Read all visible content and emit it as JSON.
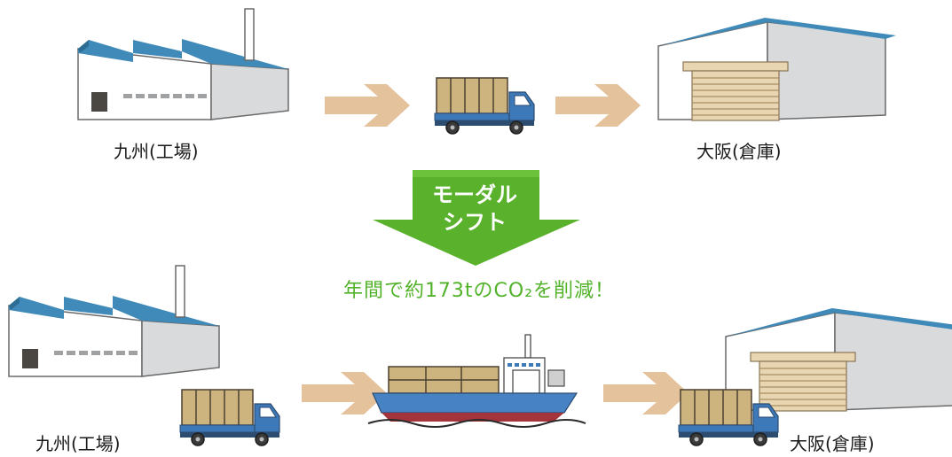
{
  "top_route": {
    "origin_label": "九州(工場)",
    "destination_label": "大阪(倉庫)"
  },
  "modal_shift": {
    "line1": "モーダル",
    "line2": "シフト",
    "result_text": "年間で約173tのCO₂を削減！"
  },
  "bottom_route": {
    "origin_label": "九州(工場)",
    "destination_label": "大阪(倉庫)"
  },
  "colors": {
    "roof_blue": "#3f8ab8",
    "arrow_tan": "#e4c29c",
    "shift_green": "#5ab22c",
    "text_green": "#52b32a",
    "cargo_tan": "#c9b07a",
    "truck_blue": "#3d78b8",
    "ship_hull_red": "#a3343c",
    "ship_hull_blue": "#4682c4"
  },
  "icons": [
    "factory-icon",
    "truck-icon",
    "warehouse-icon",
    "ship-icon",
    "arrow-right-icon",
    "arrow-down-icon"
  ]
}
